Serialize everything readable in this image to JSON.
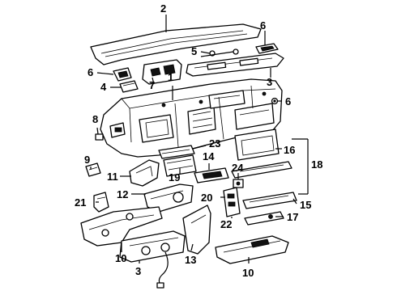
{
  "callouts": {
    "c2": "2",
    "c6a": "6",
    "c5": "5",
    "c6b": "6",
    "c4": "4",
    "c7": "7",
    "c1": "1",
    "c3a": "3",
    "c6c": "6",
    "c8": "8",
    "c23": "23",
    "c16": "16",
    "c18": "18",
    "c9": "9",
    "c11": "11",
    "c19": "19",
    "c14": "14",
    "c24": "24",
    "c12": "12",
    "c20": "20",
    "c15": "15",
    "c21": "21",
    "c22": "22",
    "c17": "17",
    "c10a": "10",
    "c3b": "3",
    "c13": "13",
    "c10b": "10"
  }
}
